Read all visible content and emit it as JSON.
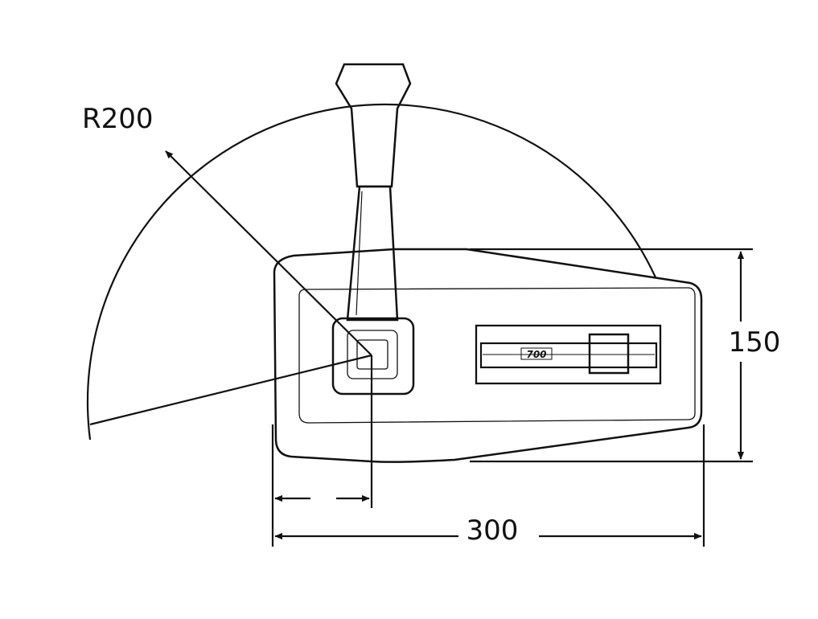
{
  "dimensions": {
    "radius_label": "R200",
    "width_label": "300",
    "height_label": "150"
  },
  "panel": {
    "emblem_text": "700"
  },
  "colors": {
    "line": "#111111",
    "background": "#ffffff",
    "lever": "#ffffff"
  }
}
